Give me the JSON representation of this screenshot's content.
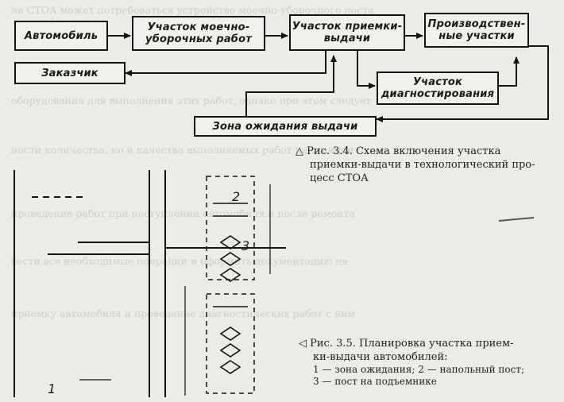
{
  "fig34": {
    "boxes": {
      "car": "Автомобиль",
      "wash": "Участок моечно-уборочных работ",
      "reception": "Участок приемки-выдачи",
      "production": "Производствен-ные участки",
      "customer": "Заказчик",
      "diagnostics": "Участок диагностирования",
      "waiting": "Зона ожидания выдачи"
    },
    "caption_marker": "△",
    "caption_line1": "Рис. 3.4. Схема включения участка",
    "caption_line2": "приемки-выдачи в технологический про-",
    "caption_line3": "цесс СТОА"
  },
  "fig35": {
    "labels": {
      "one": "1",
      "two": "2",
      "three": "3"
    },
    "caption_marker": "◁",
    "caption_line1": "Рис. 3.5. Планировка участка прием-",
    "caption_line2": "ки-выдачи автомобилей:",
    "legend_line1": "1 — зона ожидания; 2 — напольный пост;",
    "legend_line2": "3 — пост на подъемнике"
  }
}
